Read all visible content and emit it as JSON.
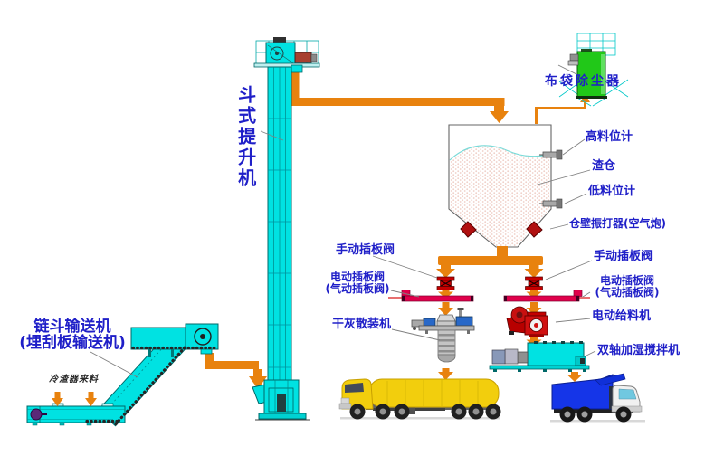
{
  "labels": {
    "elevator": "斗式提升机",
    "dust_collector": "布袋除尘器",
    "high_level_meter": "高料位计",
    "silo": "渣仓",
    "low_level_meter": "低料位计",
    "wall_vibrator": "仓壁振打器(空气炮)",
    "manual_valve": "手动插板阀",
    "electric_valve_l1": "电动插板阀",
    "electric_valve_l2": "(气动插板阀)",
    "bulk_loader": "干灰散装机",
    "feeder": "电动给料机",
    "mixer": "双轴加湿搅拌机",
    "conveyor_l1": "链斗输送机",
    "conveyor_l2": "(埋刮板输送机)",
    "incoming": "冷渣器来料"
  },
  "colors": {
    "pipe_orange": "#E8820E",
    "equipment_cyan": "#00E2E2",
    "collector_green": "#21C818",
    "valve_red": "#C40000",
    "slide_valve_pink": "#E0004B",
    "label_blue": "#1F1FC8",
    "truck_yellow": "#F2CE0D",
    "truck_blue": "#1535E8",
    "material_dot": "#EFCFC7"
  }
}
